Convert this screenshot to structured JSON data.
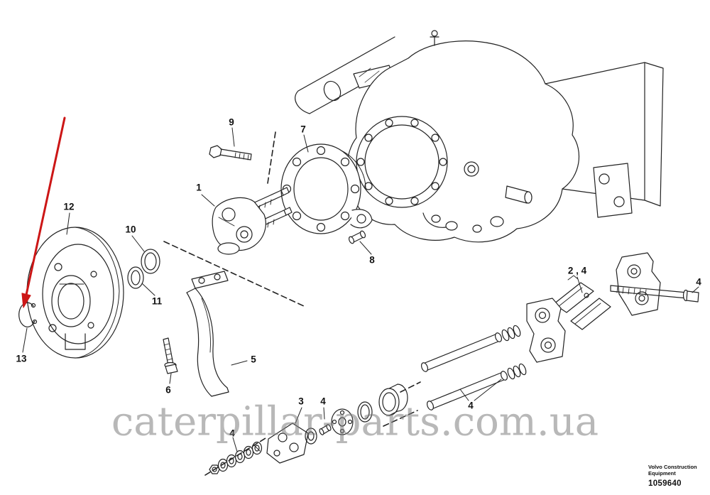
{
  "page": {
    "background": "#ffffff"
  },
  "diagram": {
    "name": "Volvo rear axle brake exploded parts view",
    "callouts": [
      {
        "id": "callout-1",
        "label": "1"
      },
      {
        "id": "callout-2-4",
        "label": "2 , 4"
      },
      {
        "id": "callout-3",
        "label": "3"
      },
      {
        "id": "callout-4-retainer-bolt",
        "label": "4"
      },
      {
        "id": "callout-4-pin-kit",
        "label": "4"
      },
      {
        "id": "callout-4-guide-pins",
        "label": "4"
      },
      {
        "id": "callout-4-fastener-set",
        "label": "4"
      },
      {
        "id": "callout-5",
        "label": "5"
      },
      {
        "id": "callout-6",
        "label": "6"
      },
      {
        "id": "callout-7",
        "label": "7"
      },
      {
        "id": "callout-8",
        "label": "8"
      },
      {
        "id": "callout-9",
        "label": "9"
      },
      {
        "id": "callout-10",
        "label": "10"
      },
      {
        "id": "callout-11",
        "label": "11"
      },
      {
        "id": "callout-12",
        "label": "12"
      },
      {
        "id": "callout-13",
        "label": "13"
      }
    ],
    "highlight": {
      "target_callout": "13",
      "color": "#cc1616"
    }
  },
  "watermark": {
    "text": "caterpillar-parts.com.ua",
    "color": "#8c8c8c"
  },
  "footer": {
    "brand_line1": "Volvo Construction",
    "brand_line2": "Equipment",
    "part_number": "1059640"
  },
  "colors": {
    "line": "#1f1f1f",
    "arrow_red": "#cc1616",
    "watermark_gray": "#8c8c8c"
  }
}
